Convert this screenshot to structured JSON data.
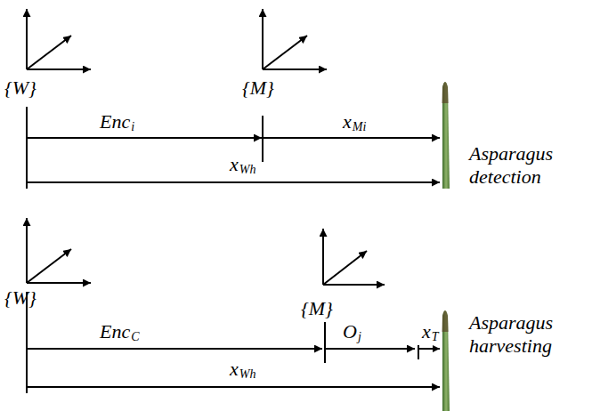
{
  "diagram": {
    "labels": [
      "{W}",
      "{M}",
      "Enc",
      "i",
      "x",
      "Mi",
      "x",
      "Wh",
      "Asparagus detection",
      "{W}",
      "{M}",
      "Enc",
      "C",
      "O",
      "j",
      "x",
      "T",
      "x",
      "Wh",
      "Asparagus harvesting"
    ]
  }
}
